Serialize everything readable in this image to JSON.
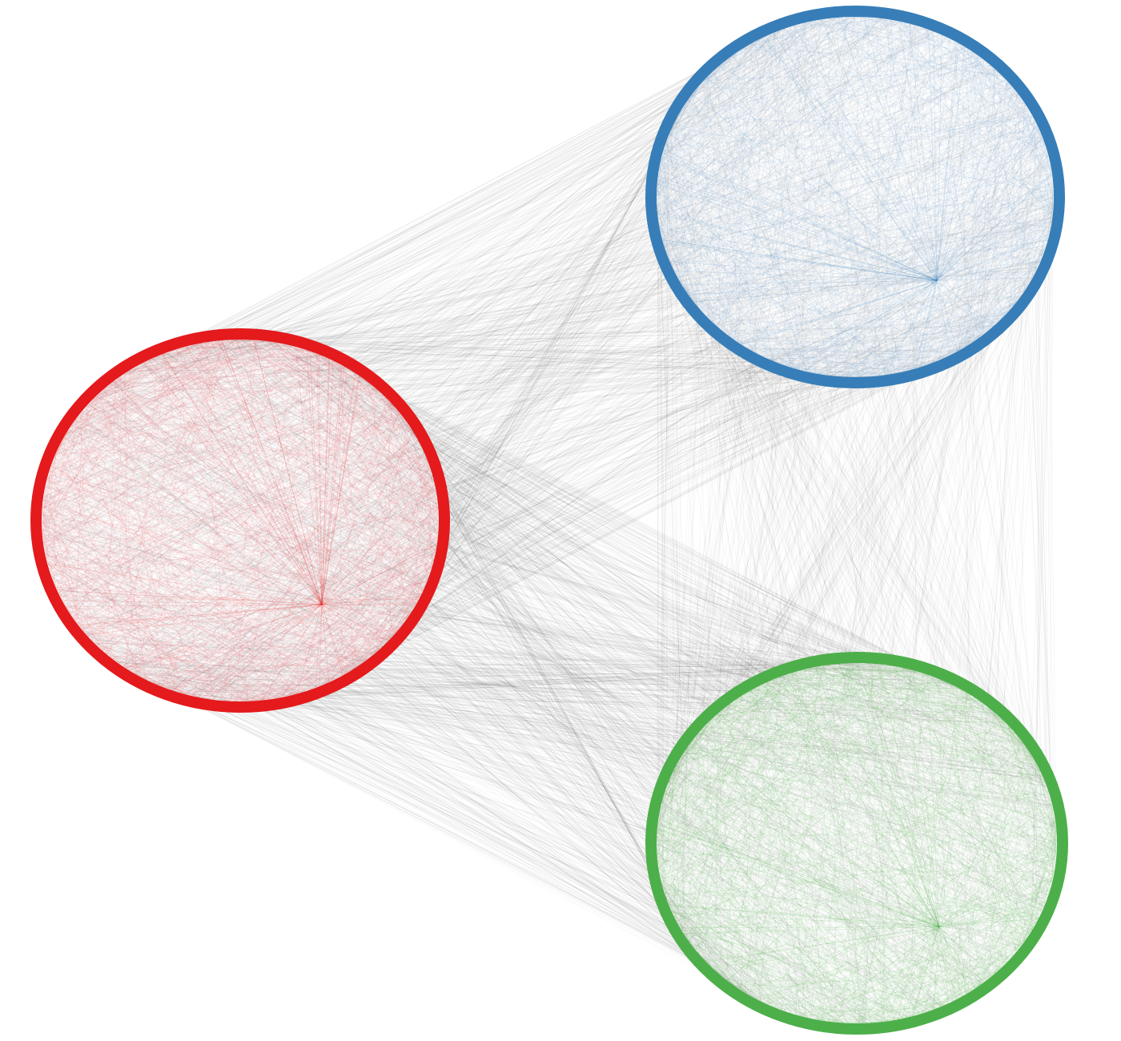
{
  "communities": [
    {
      "id": "red",
      "color": "#e41a1c",
      "edge_color": "#e8707a"
    },
    {
      "id": "blue",
      "color": "#377eb8",
      "edge_color": "#8fb4d8"
    },
    {
      "id": "green",
      "color": "#4daf4a",
      "edge_color": "#6fbf6a"
    }
  ],
  "inter_edge_color": "#444444",
  "background": "#ffffff"
}
